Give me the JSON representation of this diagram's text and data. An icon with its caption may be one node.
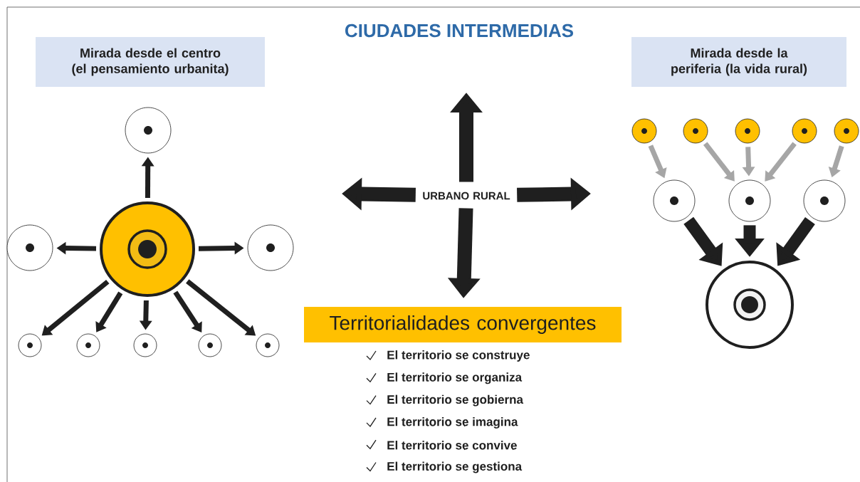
{
  "diagram": {
    "title": "CIUDADES INTERMEDIAS",
    "nodes": [
      {
        "text": [
          "Mirada desde el centro (el pensamiento urbanita)"
        ]
      },
      {
        "text": [
          "Mirada desde la periferia (la vida rural)"
        ]
      },
      {
        "text": [],
        "shape": "circle"
      },
      {
        "text": [],
        "shape": "circle"
      },
      {
        "text": [],
        "shape": "circle"
      },
      {
        "text": [],
        "shape": "circle"
      },
      {
        "text": [],
        "shape": "circle"
      },
      {
        "text": [],
        "shape": "circle"
      },
      {
        "text": [],
        "shape": "circle"
      },
      {
        "text": [],
        "shape": "circle"
      },
      {
        "text": [],
        "shape": "circle"
      },
      {
        "text": [
          "URBANO RURAL"
        ]
      },
      {
        "text": [
          "Territorialidades convergentes"
        ]
      },
      {
        "text": [],
        "shape": "circle"
      },
      {
        "text": [],
        "shape": "circle"
      },
      {
        "text": [],
        "shape": "circle"
      },
      {
        "text": [],
        "shape": "circle"
      },
      {
        "text": [],
        "shape": "circle"
      },
      {
        "text": [],
        "shape": "circle"
      },
      {
        "text": [],
        "shape": "circle"
      },
      {
        "text": [],
        "shape": "circle"
      },
      {
        "text": [],
        "shape": "circle"
      }
    ],
    "edges": [
      {
        "from": 2,
        "to": 3,
        "arrow": "to"
      },
      {
        "from": 2,
        "to": 4,
        "arrow": "to"
      },
      {
        "from": 2,
        "to": 5,
        "arrow": "to"
      },
      {
        "from": 2,
        "to": 6,
        "arrow": "to"
      },
      {
        "from": 2,
        "to": 7,
        "arrow": "to"
      },
      {
        "from": 2,
        "to": 8,
        "arrow": "to"
      },
      {
        "from": 2,
        "to": 9,
        "arrow": "to"
      },
      {
        "from": 2,
        "to": 10,
        "arrow": "to"
      },
      {
        "from": 11,
        "to": null,
        "arrow": "to",
        "style": "thick"
      },
      {
        "from": 11,
        "to": null,
        "arrow": "to",
        "style": "thick"
      },
      {
        "from": 11,
        "to": null,
        "arrow": "to",
        "style": "thick"
      },
      {
        "from": 11,
        "to": 12,
        "arrow": "to",
        "style": "thick"
      },
      {
        "from": 13,
        "to": 18,
        "arrow": "to",
        "color": "#a6a6a6"
      },
      {
        "from": 14,
        "to": 19,
        "arrow": "to",
        "color": "#a6a6a6"
      },
      {
        "from": 15,
        "to": 19,
        "arrow": "to",
        "color": "#a6a6a6"
      },
      {
        "from": 16,
        "to": 19,
        "arrow": "to",
        "color": "#a6a6a6"
      },
      {
        "from": 17,
        "to": 20,
        "arrow": "to",
        "color": "#a6a6a6"
      },
      {
        "from": 18,
        "to": 21,
        "arrow": "to",
        "style": "thick"
      },
      {
        "from": 19,
        "to": 21,
        "arrow": "to",
        "style": "thick"
      },
      {
        "from": 20,
        "to": 21,
        "arrow": "to",
        "style": "thick"
      }
    ],
    "labels": [
      "El territorio se construye",
      "El territorio se organiza",
      "El territorio se gobierna",
      "El territorio se imagina",
      "El territorio se convive",
      "El territorio se gestiona"
    ]
  }
}
